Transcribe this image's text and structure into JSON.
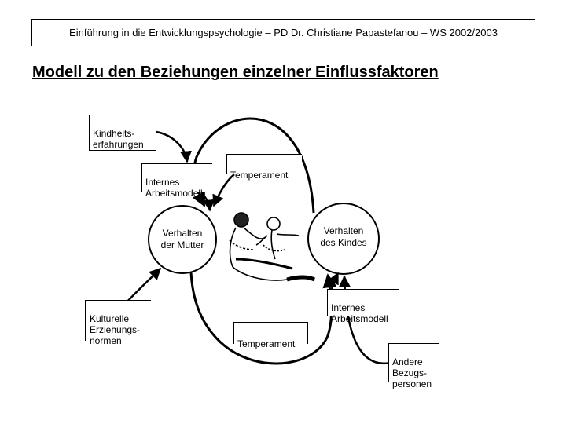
{
  "header": "Einführung in die Entwicklungspsychologie – PD Dr. Christiane Papastefanou – WS 2002/2003",
  "title": "Modell zu den Beziehungen einzelner Einflussfaktoren",
  "diagram": {
    "boxes": {
      "kindheitserfahrungen": "Kindheits-\nerfahrungen",
      "internes_arbeitsmodell_mutter": "Internes\nArbeitsmodell",
      "temperament_top": "Temperament",
      "kulturelle_normen": "Kulturelle\nErziehungs-\nnormen",
      "internes_arbeitsmodell_kind": "Internes\nArbeitsmodell",
      "temperament_bottom": "Temperament",
      "andere_bezugspersonen": "Andere\nBezugs-\npersonen"
    },
    "circles": {
      "mutter": "Verhalten\nder Mutter",
      "kind": "Verhalten\ndes Kindes"
    },
    "image": "mother-child-illustration"
  }
}
